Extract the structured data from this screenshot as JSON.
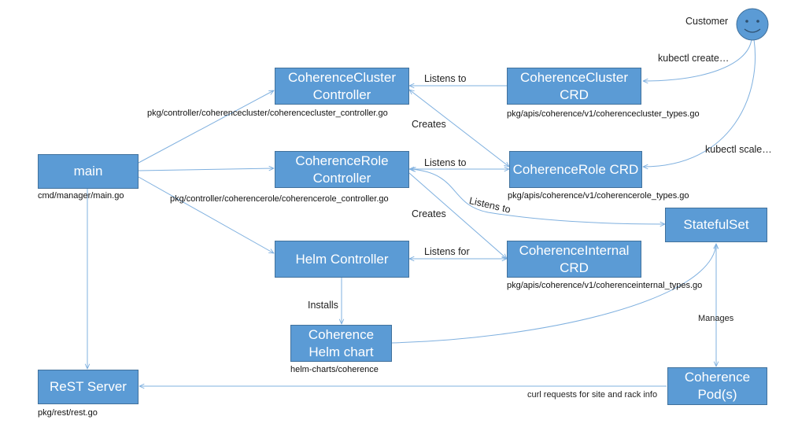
{
  "actor": {
    "label": "Customer"
  },
  "boxes": {
    "main": "main",
    "cluster_controller": "CoherenceCluster\nController",
    "role_controller": "CoherenceRole\nController",
    "helm_controller": "Helm Controller",
    "cluster_crd": "CoherenceCluster\nCRD",
    "role_crd": "CoherenceRole CRD",
    "internal_crd": "CoherenceInternal\nCRD",
    "statefulset": "StatefulSet",
    "helm_chart": "Coherence\nHelm chart",
    "rest_server": "ReST Server",
    "pods": "Coherence\nPod(s)"
  },
  "captions": {
    "main": "cmd/manager/main.go",
    "cluster_controller": "pkg/controller/coherencecluster/coherencecluster_controller.go",
    "role_controller": "pkg/controller/coherencerole/coherencerole_controller.go",
    "cluster_crd": "pkg/apis/coherence/v1/coherencecluster_types.go",
    "role_crd": "pkg/apis/coherence/v1/coherencerole_types.go",
    "internal_crd": "pkg/apis/coherence/v1/coherenceinternal_types.go",
    "helm_chart": "helm-charts/coherence",
    "rest_server": "pkg/rest/rest.go"
  },
  "edges": {
    "kubectl_create": "kubectl create…",
    "kubectl_scale": "kubectl scale…",
    "listens_to_1": "Listens to",
    "creates_1": "Creates",
    "listens_to_2": "Listens to",
    "listens_to_3": "Listens to",
    "creates_2": "Creates",
    "listens_for": "Listens for",
    "installs": "Installs",
    "manages": "Manages",
    "curl": "curl requests for site and rack info"
  },
  "colors": {
    "box_fill": "#5b9bd5",
    "box_border": "#41719c",
    "arrow": "#7fb0df",
    "actor_fill": "#5b9bd5"
  }
}
